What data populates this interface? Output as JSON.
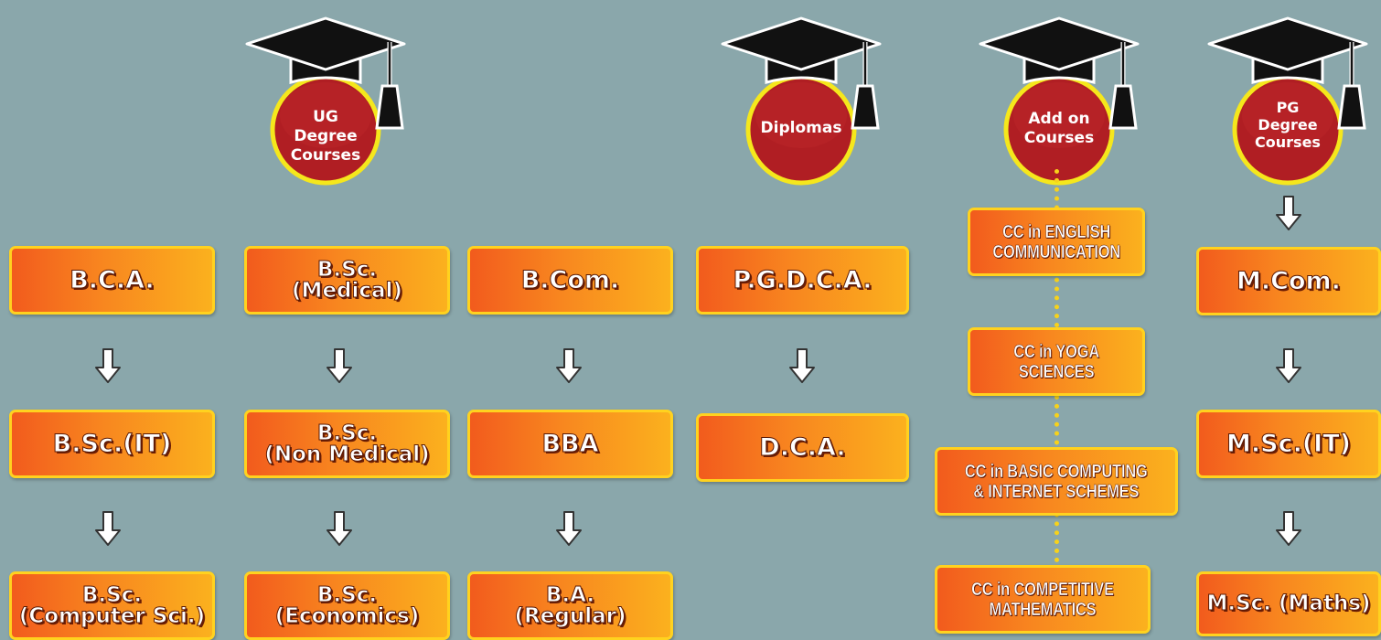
{
  "badges": {
    "ug": "UG\nDegree\nCourses",
    "diplomas": "Diplomas",
    "addon": "Add on\nCourses",
    "pg": "PG\nDegree\nCourses"
  },
  "ug_courses": {
    "row1": [
      "B.C.A.",
      "B.Sc.\n(Medical)",
      "B.Com."
    ],
    "row2": [
      "B.Sc.(IT)",
      "B.Sc.\n(Non Medical)",
      "BBA"
    ],
    "row3": [
      "B.Sc.\n(Computer Sci.)",
      "B.Sc.\n(Economics)",
      "B.A.\n(Regular)"
    ]
  },
  "diploma_courses": [
    "P.G.D.C.A.",
    "D.C.A."
  ],
  "addon_courses": [
    "CC in ENGLISH\nCOMMUNICATION",
    "CC in YOGA\nSCIENCES",
    "CC in BASIC COMPUTING\n& INTERNET SCHEMES",
    "CC in COMPETITIVE\nMATHEMATICS"
  ],
  "pg_courses": [
    "M.Com.",
    "M.Sc.(IT)",
    "M.Sc. (Maths)"
  ],
  "colors": {
    "background": "#8aa7ab",
    "badge_fill": "#b01e23",
    "badge_ring": "#f5e71c",
    "box_border": "#ffd21f",
    "dotted_line": "#f7d21a"
  }
}
